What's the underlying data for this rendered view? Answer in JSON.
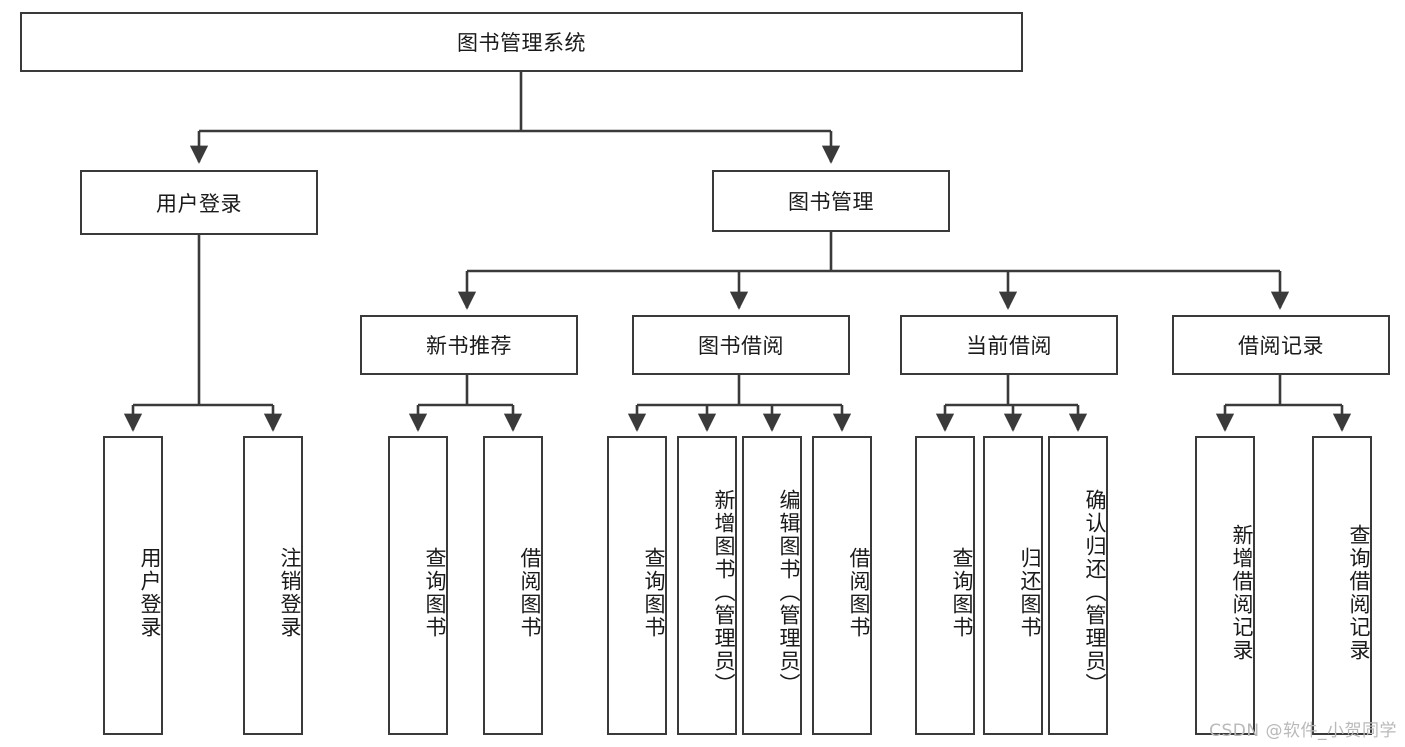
{
  "diagram": {
    "type": "tree-flowchart",
    "title": "图书管理系统",
    "root": {
      "label": "图书管理系统"
    },
    "level2": [
      {
        "label": "用户登录"
      },
      {
        "label": "图书管理"
      }
    ],
    "level3": [
      {
        "label": "新书推荐"
      },
      {
        "label": "图书借阅"
      },
      {
        "label": "当前借阅"
      },
      {
        "label": "借阅记录"
      }
    ],
    "leaves": {
      "user_login": [
        {
          "label": "用户登录"
        },
        {
          "label": "注销登录"
        }
      ],
      "new_book_recommend": [
        {
          "label": "查询图书"
        },
        {
          "label": "借阅图书"
        }
      ],
      "book_borrow": [
        {
          "label": "查询图书"
        },
        {
          "label": "新增图书（管理员）"
        },
        {
          "label": "编辑图书（管理员）"
        },
        {
          "label": "借阅图书"
        }
      ],
      "current_borrow": [
        {
          "label": "查询图书"
        },
        {
          "label": "归还图书"
        },
        {
          "label": "确认归还（管理员）"
        }
      ],
      "borrow_record": [
        {
          "label": "新增借阅记录"
        },
        {
          "label": "查询借阅记录"
        }
      ]
    }
  },
  "watermark": {
    "text": "CSDN @软件_小贺同学"
  },
  "colors": {
    "stroke": "#3a3a3a",
    "fill": "#ffffff",
    "text": "#1a1a1a",
    "watermark": "#b9b9b9"
  }
}
